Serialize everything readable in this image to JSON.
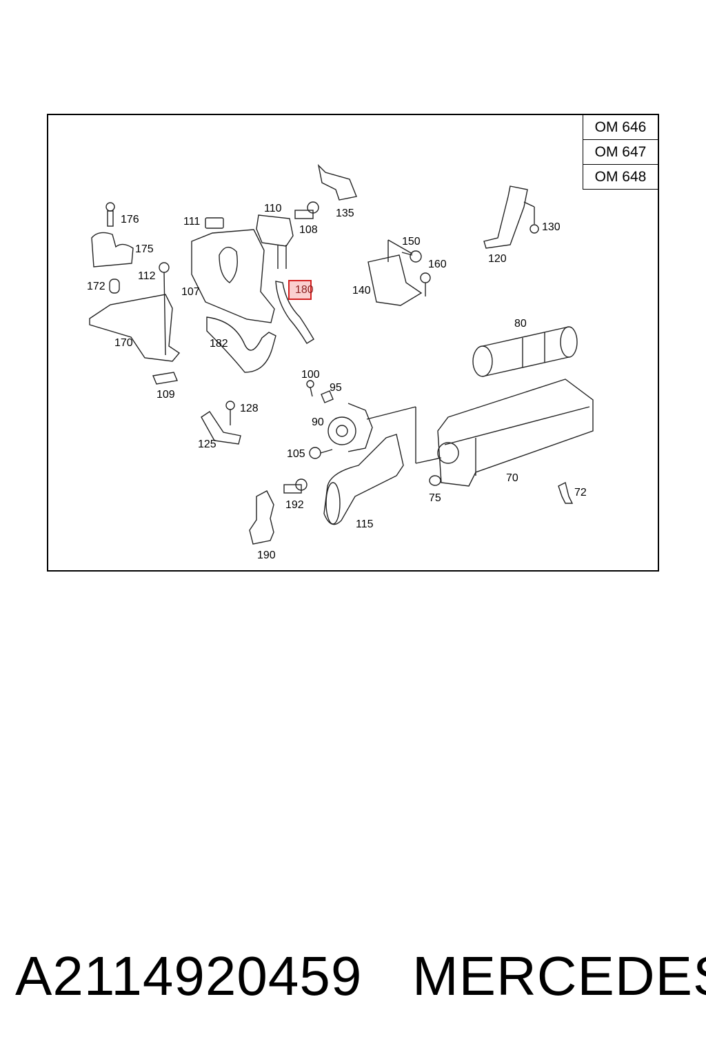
{
  "engine_variants": [
    "OM 646",
    "OM 647",
    "OM 648"
  ],
  "callouts": {
    "c176": "176",
    "c175": "175",
    "c172": "172",
    "c112": "112",
    "c170": "170",
    "c109": "109",
    "c111": "111",
    "c110": "110",
    "c108": "108",
    "c107": "107",
    "c182": "182",
    "c180": "180",
    "c135": "135",
    "c150": "150",
    "c160": "160",
    "c140": "140",
    "c120": "120",
    "c130": "130",
    "c80": "80",
    "c100": "100",
    "c95": "95",
    "c90": "90",
    "c128": "128",
    "c125": "125",
    "c105": "105",
    "c192": "192",
    "c190": "190",
    "c115": "115",
    "c75": "75",
    "c70": "70",
    "c72": "72"
  },
  "highlighted_callout": "180",
  "footer": {
    "part_number": "A2114920459",
    "brand": "MERCEDES"
  }
}
